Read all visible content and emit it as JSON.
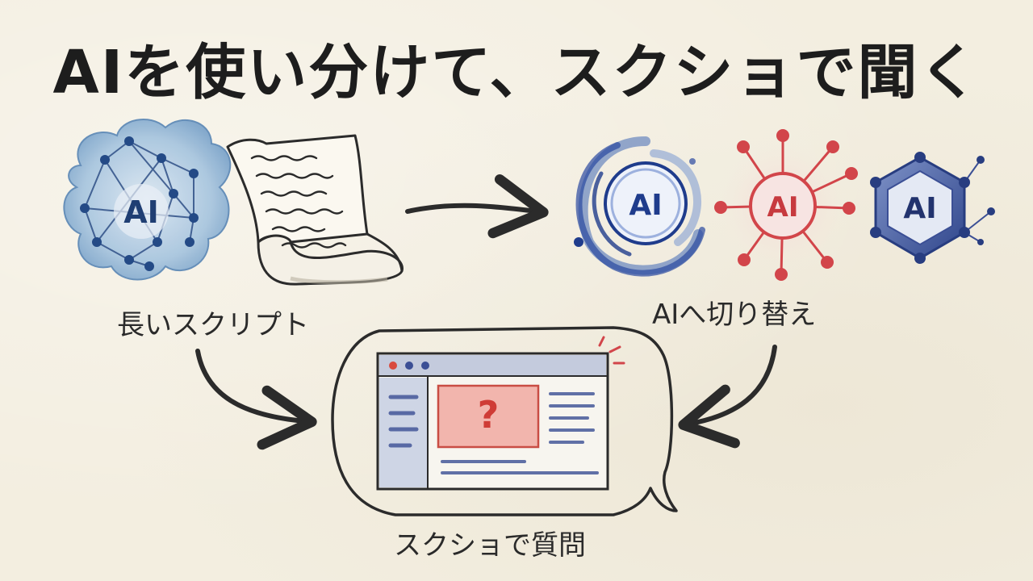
{
  "title": "AIを使い分けて、スクショで聞く",
  "steps": {
    "long_script": {
      "label": "長いスクリプト"
    },
    "switch_ai": {
      "label": "AIへ切り替え"
    },
    "ask_screenshot": {
      "label": "スクショで質問"
    }
  },
  "icons": {
    "ai_cloud": {
      "text": "AI",
      "icon": "brain-network-icon",
      "color": "#3f6fa6"
    },
    "ai_swirl": {
      "text": "AI",
      "icon": "swirl-icon",
      "color": "#2a49a0"
    },
    "ai_hub": {
      "text": "AI",
      "icon": "hub-icon",
      "color": "#d2454a"
    },
    "ai_hex": {
      "text": "AI",
      "icon": "hexagon-icon",
      "color": "#3b4f95"
    },
    "screen_question": {
      "text": "?",
      "icon": "question-icon",
      "color": "#cf3c36"
    }
  },
  "colors": {
    "ink": "#2a2a2a",
    "paper": "#f3eee0",
    "blue": "#3f6fa6",
    "red": "#d2454a"
  }
}
